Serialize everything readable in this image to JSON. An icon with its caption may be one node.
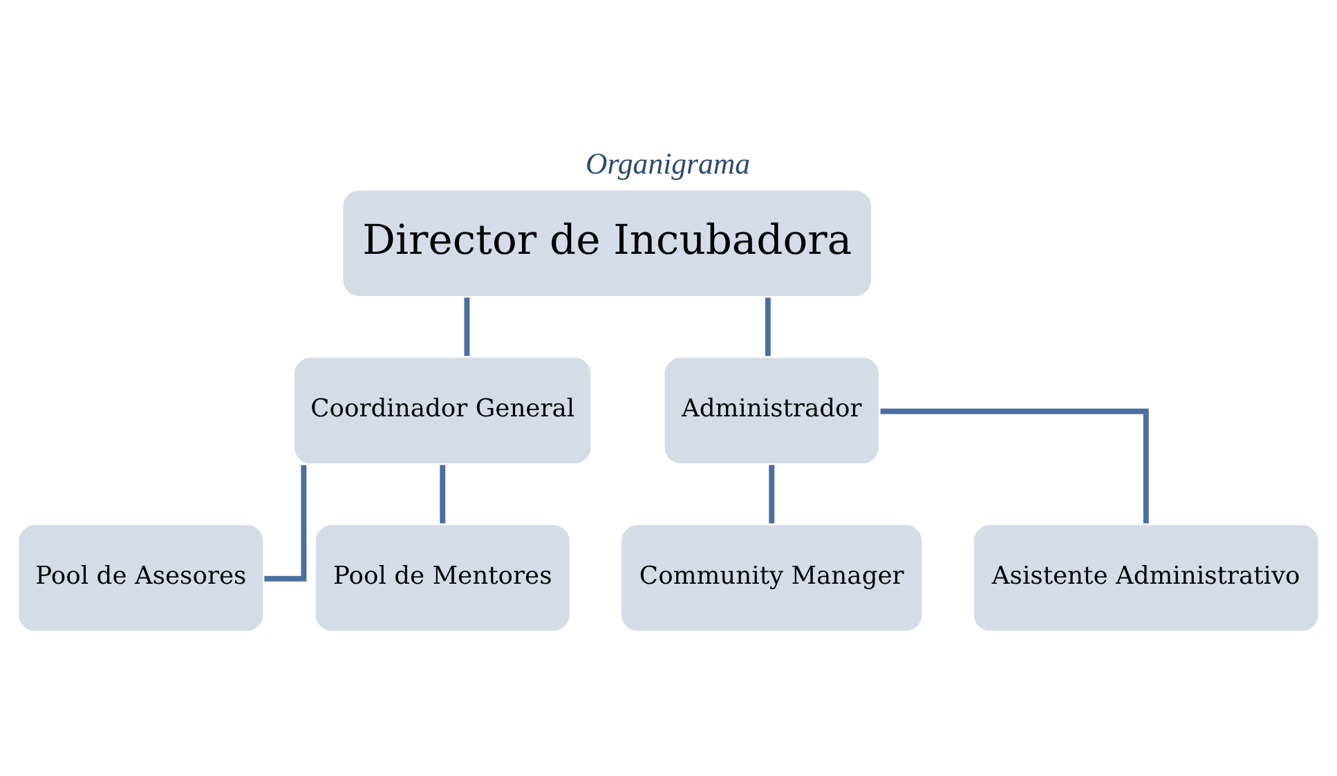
{
  "diagram": {
    "title": "Organigrama",
    "nodes": [
      {
        "text": [
          "Director de Incubadora"
        ]
      },
      {
        "text": [
          "Coordinador General"
        ]
      },
      {
        "text": [
          "Administrador"
        ]
      },
      {
        "text": [
          "Pool de Asesores"
        ]
      },
      {
        "text": [
          "Pool de Mentores"
        ]
      },
      {
        "text": [
          "Community Manager"
        ]
      },
      {
        "text": [
          "Asistente Administrativo"
        ]
      }
    ],
    "edges": [
      {
        "from": 0,
        "to": 1,
        "arrow": "none"
      },
      {
        "from": 0,
        "to": 2,
        "arrow": "none"
      },
      {
        "from": 1,
        "to": 3,
        "arrow": "none"
      },
      {
        "from": 1,
        "to": 4,
        "arrow": "none"
      },
      {
        "from": 2,
        "to": 5,
        "arrow": "none"
      },
      {
        "from": 2,
        "to": 6,
        "arrow": "none"
      }
    ]
  }
}
